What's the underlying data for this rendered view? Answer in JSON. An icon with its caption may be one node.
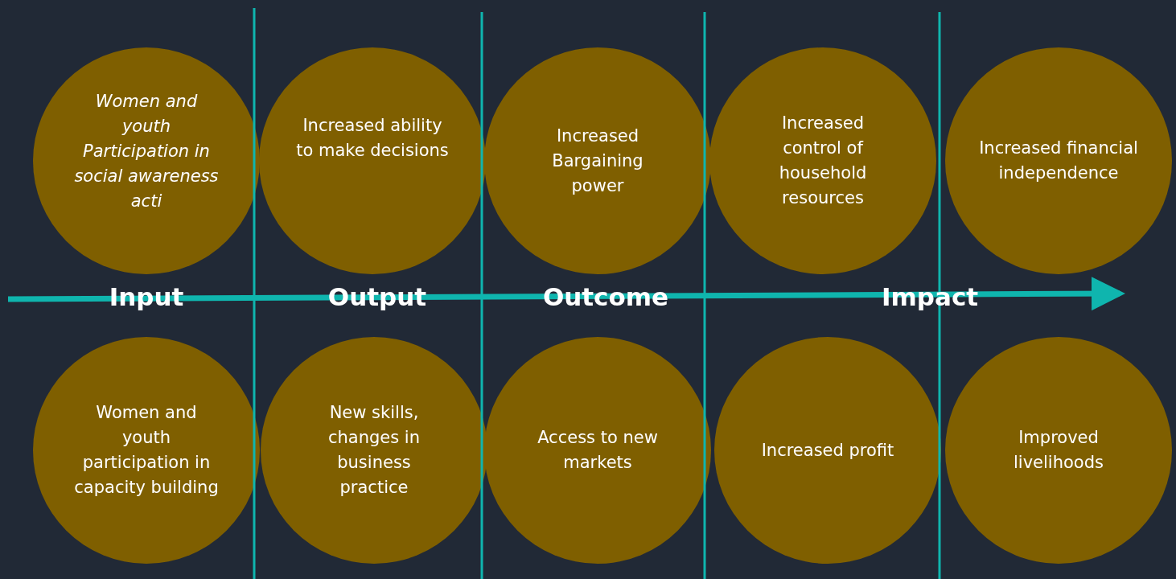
{
  "diagram": {
    "nodes": [
      {
        "text": [
          "Women and youth Participation in social awareness acti"
        ]
      },
      {
        "text": [
          "Increased ability to make decisions"
        ]
      },
      {
        "text": [
          "Increased Bargaining power"
        ]
      },
      {
        "text": [
          "Increased control of household resources"
        ]
      },
      {
        "text": [
          "Increased financial independence"
        ]
      },
      {
        "text": [
          "Women and youth participation in capacity building"
        ]
      },
      {
        "text": [
          "New skills, changes in business practice"
        ]
      },
      {
        "text": [
          "Access to new markets"
        ]
      },
      {
        "text": [
          "Increased profit"
        ]
      },
      {
        "text": [
          "Improved livelihoods"
        ]
      }
    ],
    "edges": [],
    "labels": [
      "Input",
      "Output",
      "Outcome",
      "Impact"
    ]
  }
}
